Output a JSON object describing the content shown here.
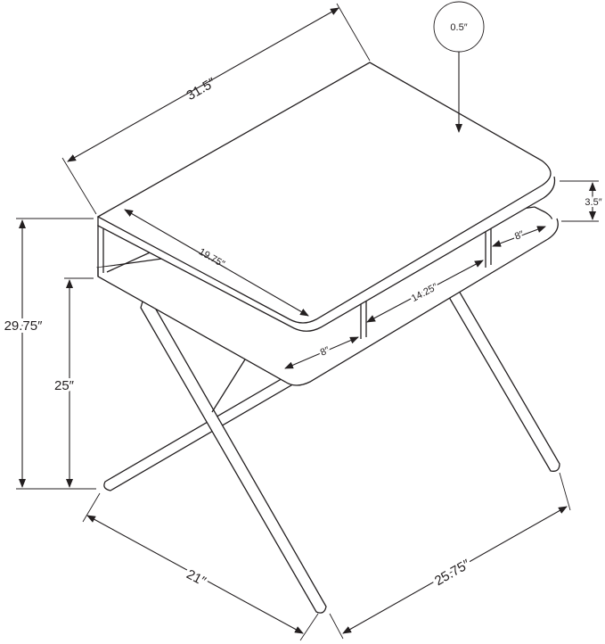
{
  "dimensions": {
    "overall_width": "31.5″",
    "top_thickness": "0.5″",
    "shelf_gap": "3.5″",
    "top_depth_inner": "19.75″",
    "right_cubby_depth": "8″",
    "center_cubby_width": "14.25″",
    "left_cubby_depth": "8″",
    "overall_height": "29.75″",
    "leg_clearance_height": "25″",
    "base_depth": "21″",
    "base_width": "25.75″"
  }
}
